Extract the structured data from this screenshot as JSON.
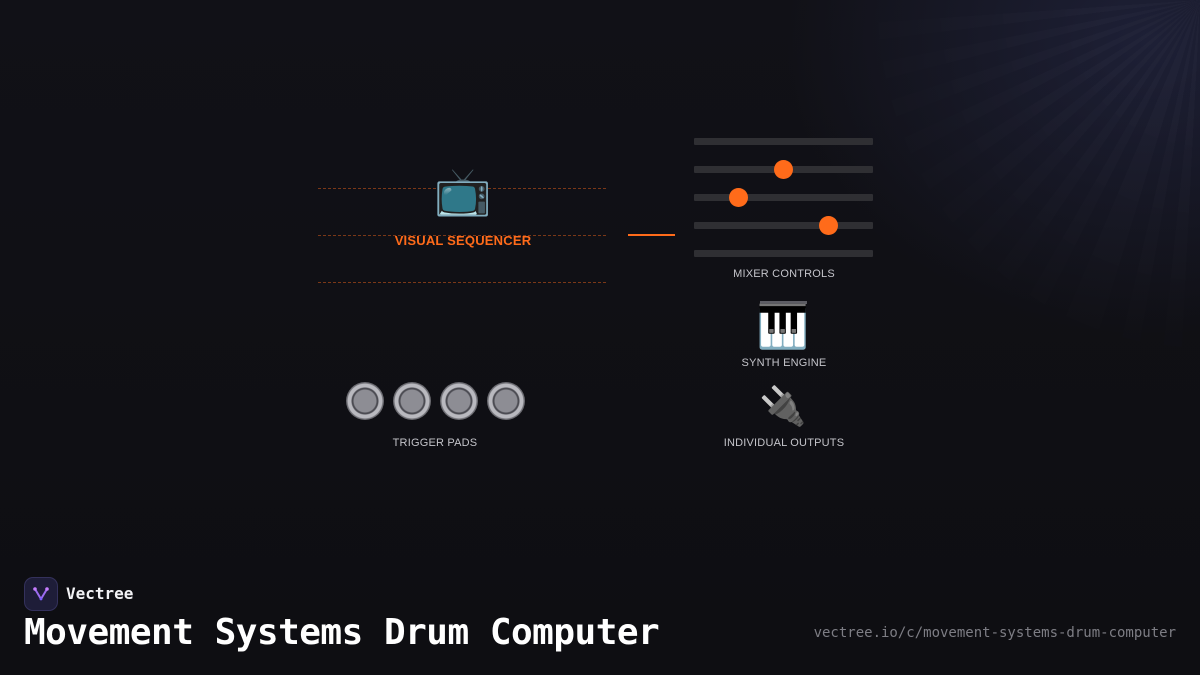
{
  "diagram": {
    "visual_sequencer": {
      "label": "VISUAL SEQUENCER",
      "icon": "television-icon"
    },
    "mixer_controls": {
      "label": "MIXER CONTROLS",
      "fader_levels": [
        null,
        0.5,
        0.25,
        0.75,
        null
      ]
    },
    "synth_engine": {
      "label": "SYNTH ENGINE",
      "icon": "piano-keys-icon"
    },
    "trigger_pads": {
      "label": "TRIGGER PADS",
      "count": 4,
      "icon": "pad-icon"
    },
    "individual_outputs": {
      "label": "INDIVIDUAL OUTPUTS",
      "icon": "plug-icon"
    },
    "accent_color": "#ff6b1a"
  },
  "footer": {
    "brand": "Vectree",
    "title": "Movement Systems Drum Computer",
    "url": "vectree.io/c/movement-systems-drum-computer"
  }
}
